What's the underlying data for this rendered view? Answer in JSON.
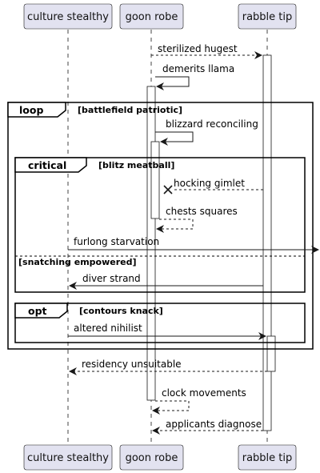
{
  "participants": [
    {
      "id": "cs",
      "label": "culture stealthy"
    },
    {
      "id": "gr",
      "label": "goon robe"
    },
    {
      "id": "rt",
      "label": "rabble tip"
    }
  ],
  "messages": {
    "m1": "sterilized hugest",
    "m2": "demerits llama",
    "m3": "blizzard reconciling",
    "m4": "hocking gimlet",
    "m5": "chests squares",
    "m6": "furlong starvation",
    "m7": "diver strand",
    "m8": "altered nihilist",
    "m9": "residency unsuitable",
    "m10": "clock movements",
    "m11": "applicants diagnose"
  },
  "fragments": {
    "loop": {
      "keyword": "loop",
      "guard": "[battlefield patriotic]"
    },
    "critical": {
      "keyword": "critical",
      "guard": "[blitz meatball]",
      "else_guard": "[snatching empowered]"
    },
    "opt": {
      "keyword": "opt",
      "guard": "[contours knack]"
    }
  },
  "colors": {
    "participant_fill": "#E2E2F0",
    "participant_border": "#181818",
    "line": "#181818"
  }
}
